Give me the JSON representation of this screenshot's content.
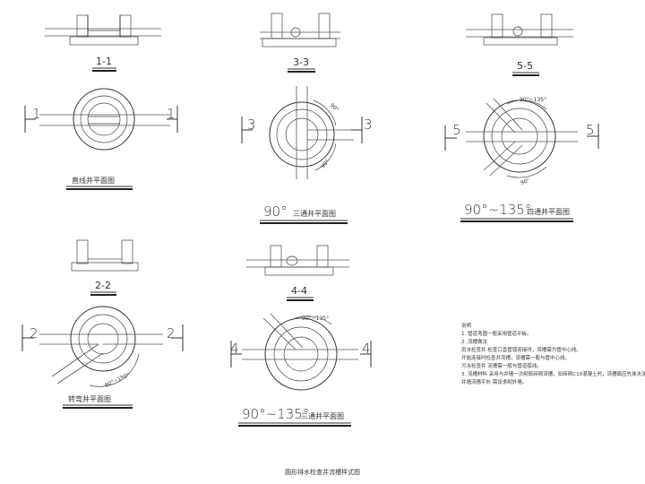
{
  "sections": {
    "s11": "1-1",
    "s22": "2-2",
    "s33": "3-3",
    "s44": "4-4",
    "s55": "5-5"
  },
  "markers": {
    "m1": "1",
    "m2": "2",
    "m3": "3",
    "m4": "4",
    "m5": "5"
  },
  "captions": {
    "straight": "直线井平面图",
    "bend": "转弯井平面图",
    "tee3": "三通井平面图",
    "tee4": "三通井平面图",
    "cross4": "四通井平面图"
  },
  "angles": {
    "a90": "90°",
    "a90_135": "90°~135°",
    "a90_150": "90°~150°",
    "a90_135_tilde": "90°~135°"
  },
  "notes": {
    "heading": "说明",
    "items": [
      "1. 管道弯圆一般采用管道平板。",
      "2. 流槽做法",
      "    雨水检查井    检查口直管弧连接时，流槽需为管中心线。",
      "                    开始连接时检查井流槽，流槽需一般与管中心线。",
      "    污水检查井    流槽需一般与管道弧线。",
      "3. 流槽材料  采用与井墙一次砌筑砖砌流槽，如砖砌C10混凝土时，流槽面应先抹水泥浆处理。",
      "    井墙流槽平外  需设求砌外墙。"
    ]
  },
  "footer": "圆形排水检查井流槽样式图"
}
